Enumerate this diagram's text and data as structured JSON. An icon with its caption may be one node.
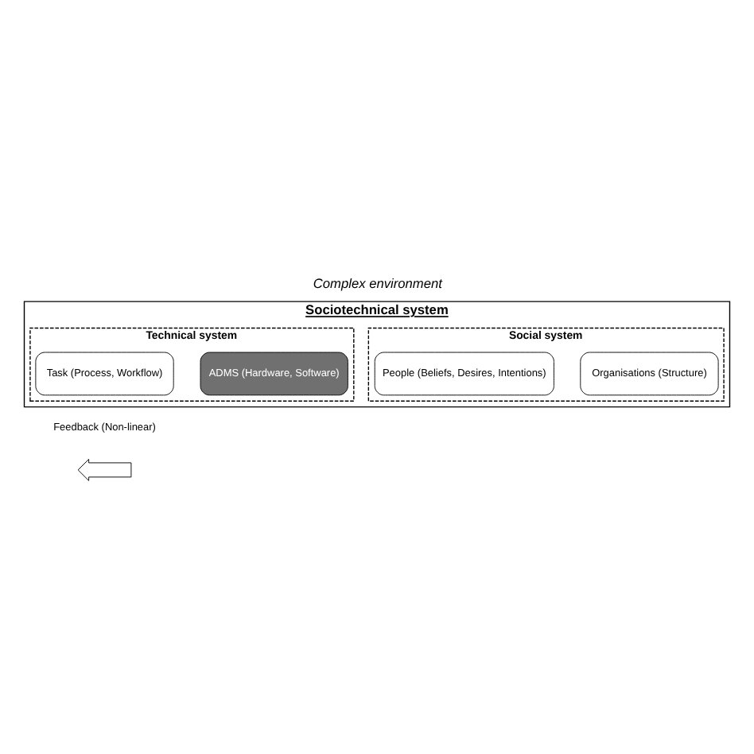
{
  "diagram": {
    "title": "Complex environment",
    "nodes": [
      {
        "text": [
          "Sociotechnical system"
        ]
      },
      {
        "text": [
          "Social system"
        ],
        "in": 0
      },
      {
        "text": [
          "Organisations (Structure)"
        ],
        "in": 1
      },
      {
        "text": [
          "People (Beliefs, Desires, Intentions)"
        ],
        "in": 1
      },
      {
        "text": [
          "Technical system"
        ],
        "in": 0
      },
      {
        "text": [
          "ADMS (Hardware, Software)"
        ],
        "in": 4
      },
      {
        "text": [
          "Task (Process, Workflow)"
        ],
        "in": 4
      }
    ],
    "labels": [
      "Feedback (Non-linear)"
    ]
  }
}
